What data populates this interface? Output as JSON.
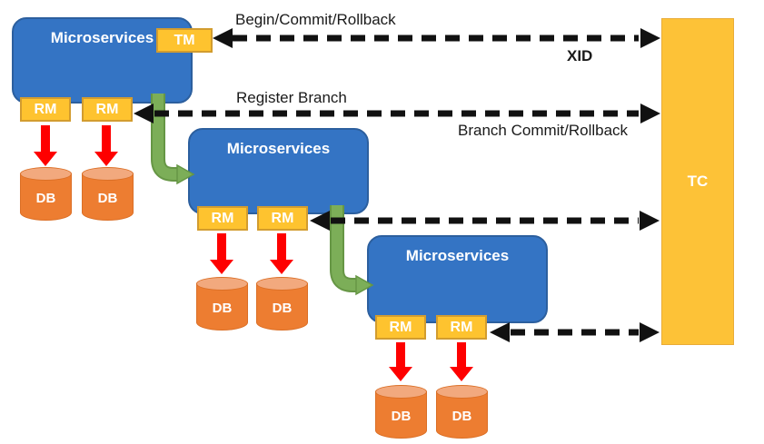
{
  "messages": {
    "begin_commit_rollback": "Begin/Commit/Rollback",
    "xid": "XID",
    "register_branch": "Register Branch",
    "branch_commit_rollback": "Branch Commit/Rollback"
  },
  "microservices": [
    {
      "label": "Microservices",
      "tm": "TM",
      "rms": [
        "RM",
        "RM"
      ],
      "dbs": [
        "DB",
        "DB"
      ]
    },
    {
      "label": "Microservices",
      "rms": [
        "RM",
        "RM"
      ],
      "dbs": [
        "DB",
        "DB"
      ]
    },
    {
      "label": "Microservices",
      "rms": [
        "RM",
        "RM"
      ],
      "dbs": [
        "DB",
        "DB"
      ]
    }
  ],
  "tc": {
    "label": "TC"
  },
  "colors": {
    "microservice_blue": "#3474C4",
    "microservice_border": "#2C5F9E",
    "gold": "#FEC32F",
    "gold_border": "#D29C2F",
    "tc_gold": "#FDC237",
    "db_orange": "#ED7D31",
    "db_top_orange": "#F2A97E",
    "arrow_red": "#FE0000",
    "arrow_green": "#7CAE58",
    "arrow_green_border": "#669645",
    "arrow_black": "#111111"
  }
}
